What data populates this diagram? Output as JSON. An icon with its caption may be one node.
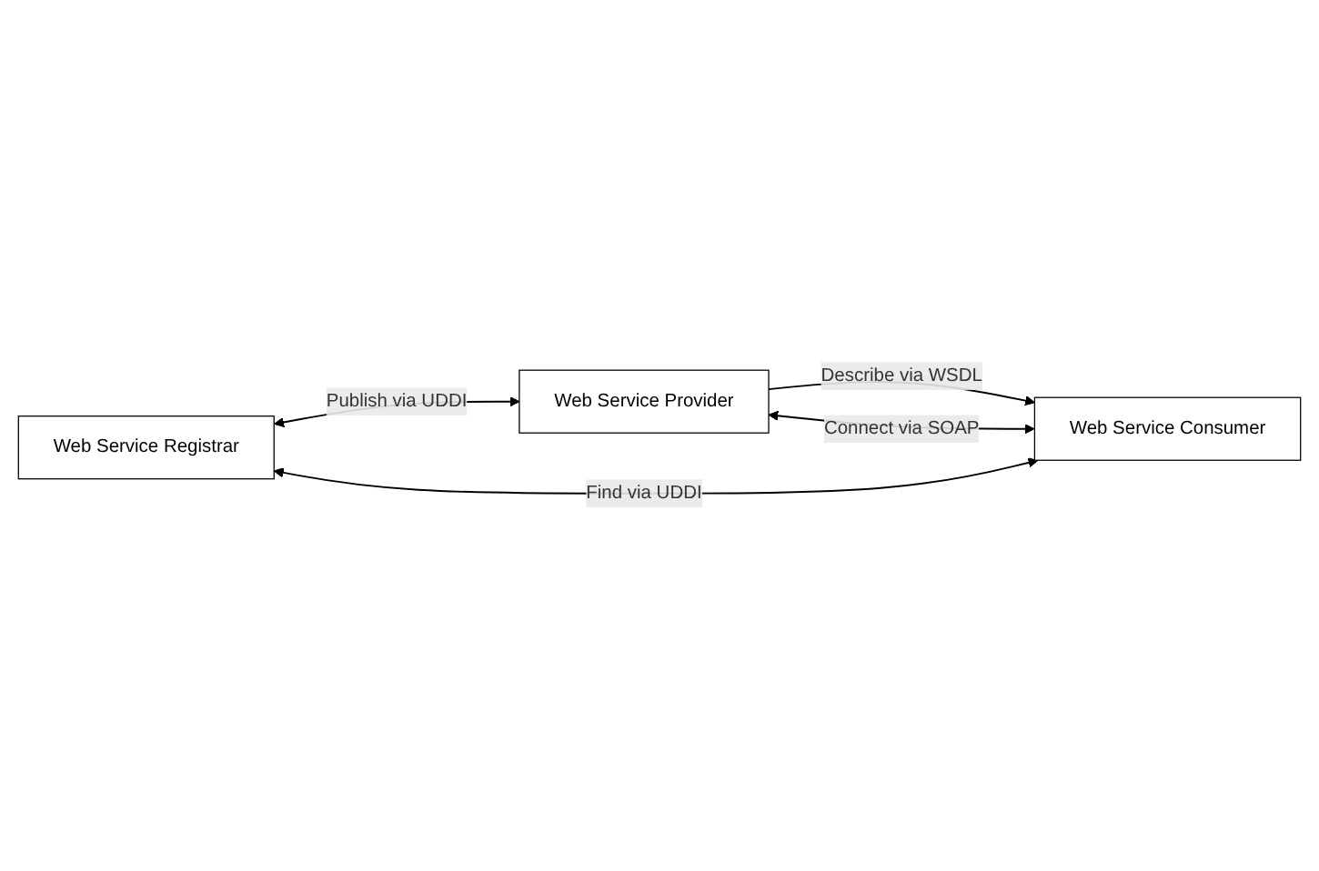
{
  "diagram": {
    "nodes": [
      {
        "text": [
          "Web Service Registrar"
        ]
      },
      {
        "text": [
          "Web Service Consumer"
        ]
      },
      {
        "text": [
          "Web Service Provider"
        ]
      }
    ],
    "edges": [
      {
        "from": 1,
        "to": 0,
        "arrow": "both",
        "label": "Find via UDDI"
      },
      {
        "from": 0,
        "to": 2,
        "arrow": "both",
        "label": "Publish via UDDI"
      },
      {
        "from": 2,
        "to": 1,
        "arrow": "to",
        "label": "Describe via WSDL"
      },
      {
        "from": 1,
        "to": 2,
        "arrow": "both",
        "label": "Connect via SOAP"
      }
    ]
  }
}
